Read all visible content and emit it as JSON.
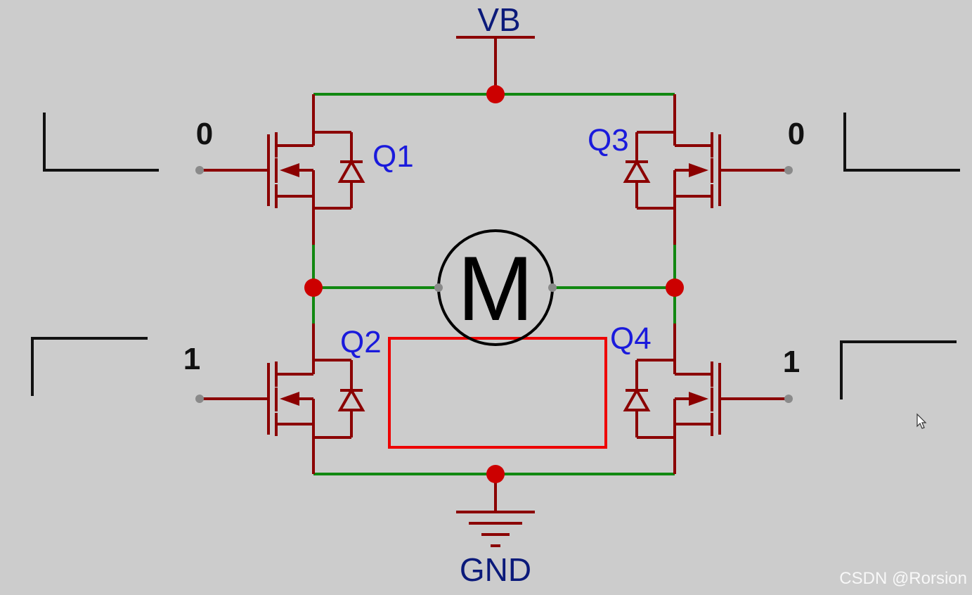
{
  "diagram": {
    "supply_label": "VB",
    "ground_label": "GND",
    "motor_label": "M",
    "transistors": [
      {
        "id": "q1",
        "label": "Q1",
        "logic_level": "0"
      },
      {
        "id": "q2",
        "label": "Q2",
        "logic_level": "1"
      },
      {
        "id": "q3",
        "label": "Q3",
        "logic_level": "0"
      },
      {
        "id": "q4",
        "label": "Q4",
        "logic_level": "1"
      }
    ]
  },
  "watermark": "CSDN @Rorsion",
  "colors": {
    "background": "#cccccc",
    "component": "#8b0000",
    "wire_active": "#118811",
    "junction": "#cc0000",
    "highlight_box": "#ee0000",
    "label_blue": "#1a1adc",
    "net_label": "#0b1a7a"
  }
}
